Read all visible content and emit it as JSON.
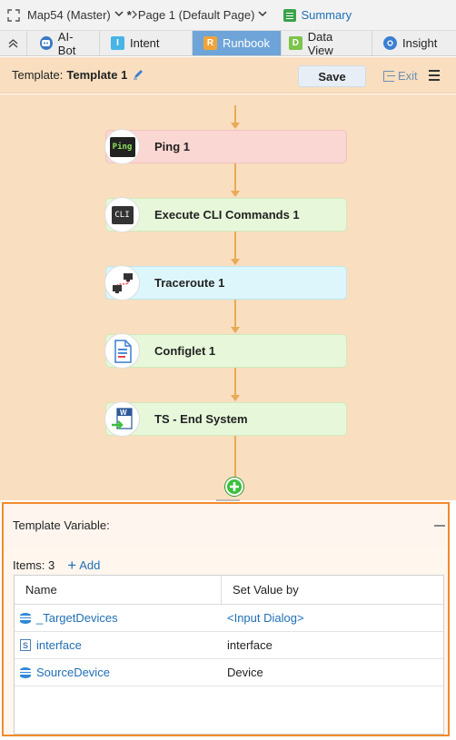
{
  "breadcrumb": {
    "map": "Map54 (Master)",
    "modified_mark": "*",
    "page": "Page 1  (Default Page)",
    "summary": "Summary"
  },
  "tabs": [
    {
      "label": "AI-Bot",
      "icon": "robot-icon",
      "active": false
    },
    {
      "label": "Intent",
      "icon": "intent-icon",
      "glyph": "I",
      "active": false
    },
    {
      "label": "Runbook",
      "icon": "runbook-icon",
      "glyph": "R",
      "active": true
    },
    {
      "label": "Data View",
      "icon": "dataview-icon",
      "glyph": "D",
      "active": false
    },
    {
      "label": "Insight",
      "icon": "insight-icon",
      "active": false
    }
  ],
  "template": {
    "label": "Template:",
    "name": "Template 1",
    "save_label": "Save",
    "exit_label": "Exit"
  },
  "flow": {
    "nodes": [
      {
        "label": "Ping 1",
        "icon": "ping-icon",
        "icon_text": "Ping"
      },
      {
        "label": "Execute CLI Commands 1",
        "icon": "cli-icon",
        "icon_text": "CLI"
      },
      {
        "label": "Traceroute 1",
        "icon": "traceroute-icon"
      },
      {
        "label": "Configlet 1",
        "icon": "configlet-icon"
      },
      {
        "label": "TS - End System",
        "icon": "word-document-icon"
      }
    ]
  },
  "variables": {
    "title": "Template Variable:",
    "items_label": "Items: 3",
    "add_label": "Add",
    "columns": [
      "Name",
      "Set Value by"
    ],
    "rows": [
      {
        "name": "_TargetDevices",
        "icon": "device-group-icon",
        "value": "<Input Dialog>",
        "value_is_link": true
      },
      {
        "name": "interface",
        "icon": "string-variable-icon",
        "value": "interface",
        "value_is_link": false
      },
      {
        "name": "SourceDevice",
        "icon": "device-group-icon",
        "value": "Device",
        "value_is_link": false
      }
    ]
  },
  "colors": {
    "canvas": "#f9dfbf",
    "connector": "#e9aa58",
    "active_tab": "#6ea4d8",
    "panel_border": "#f28a2b",
    "link": "#1f6fb5"
  }
}
